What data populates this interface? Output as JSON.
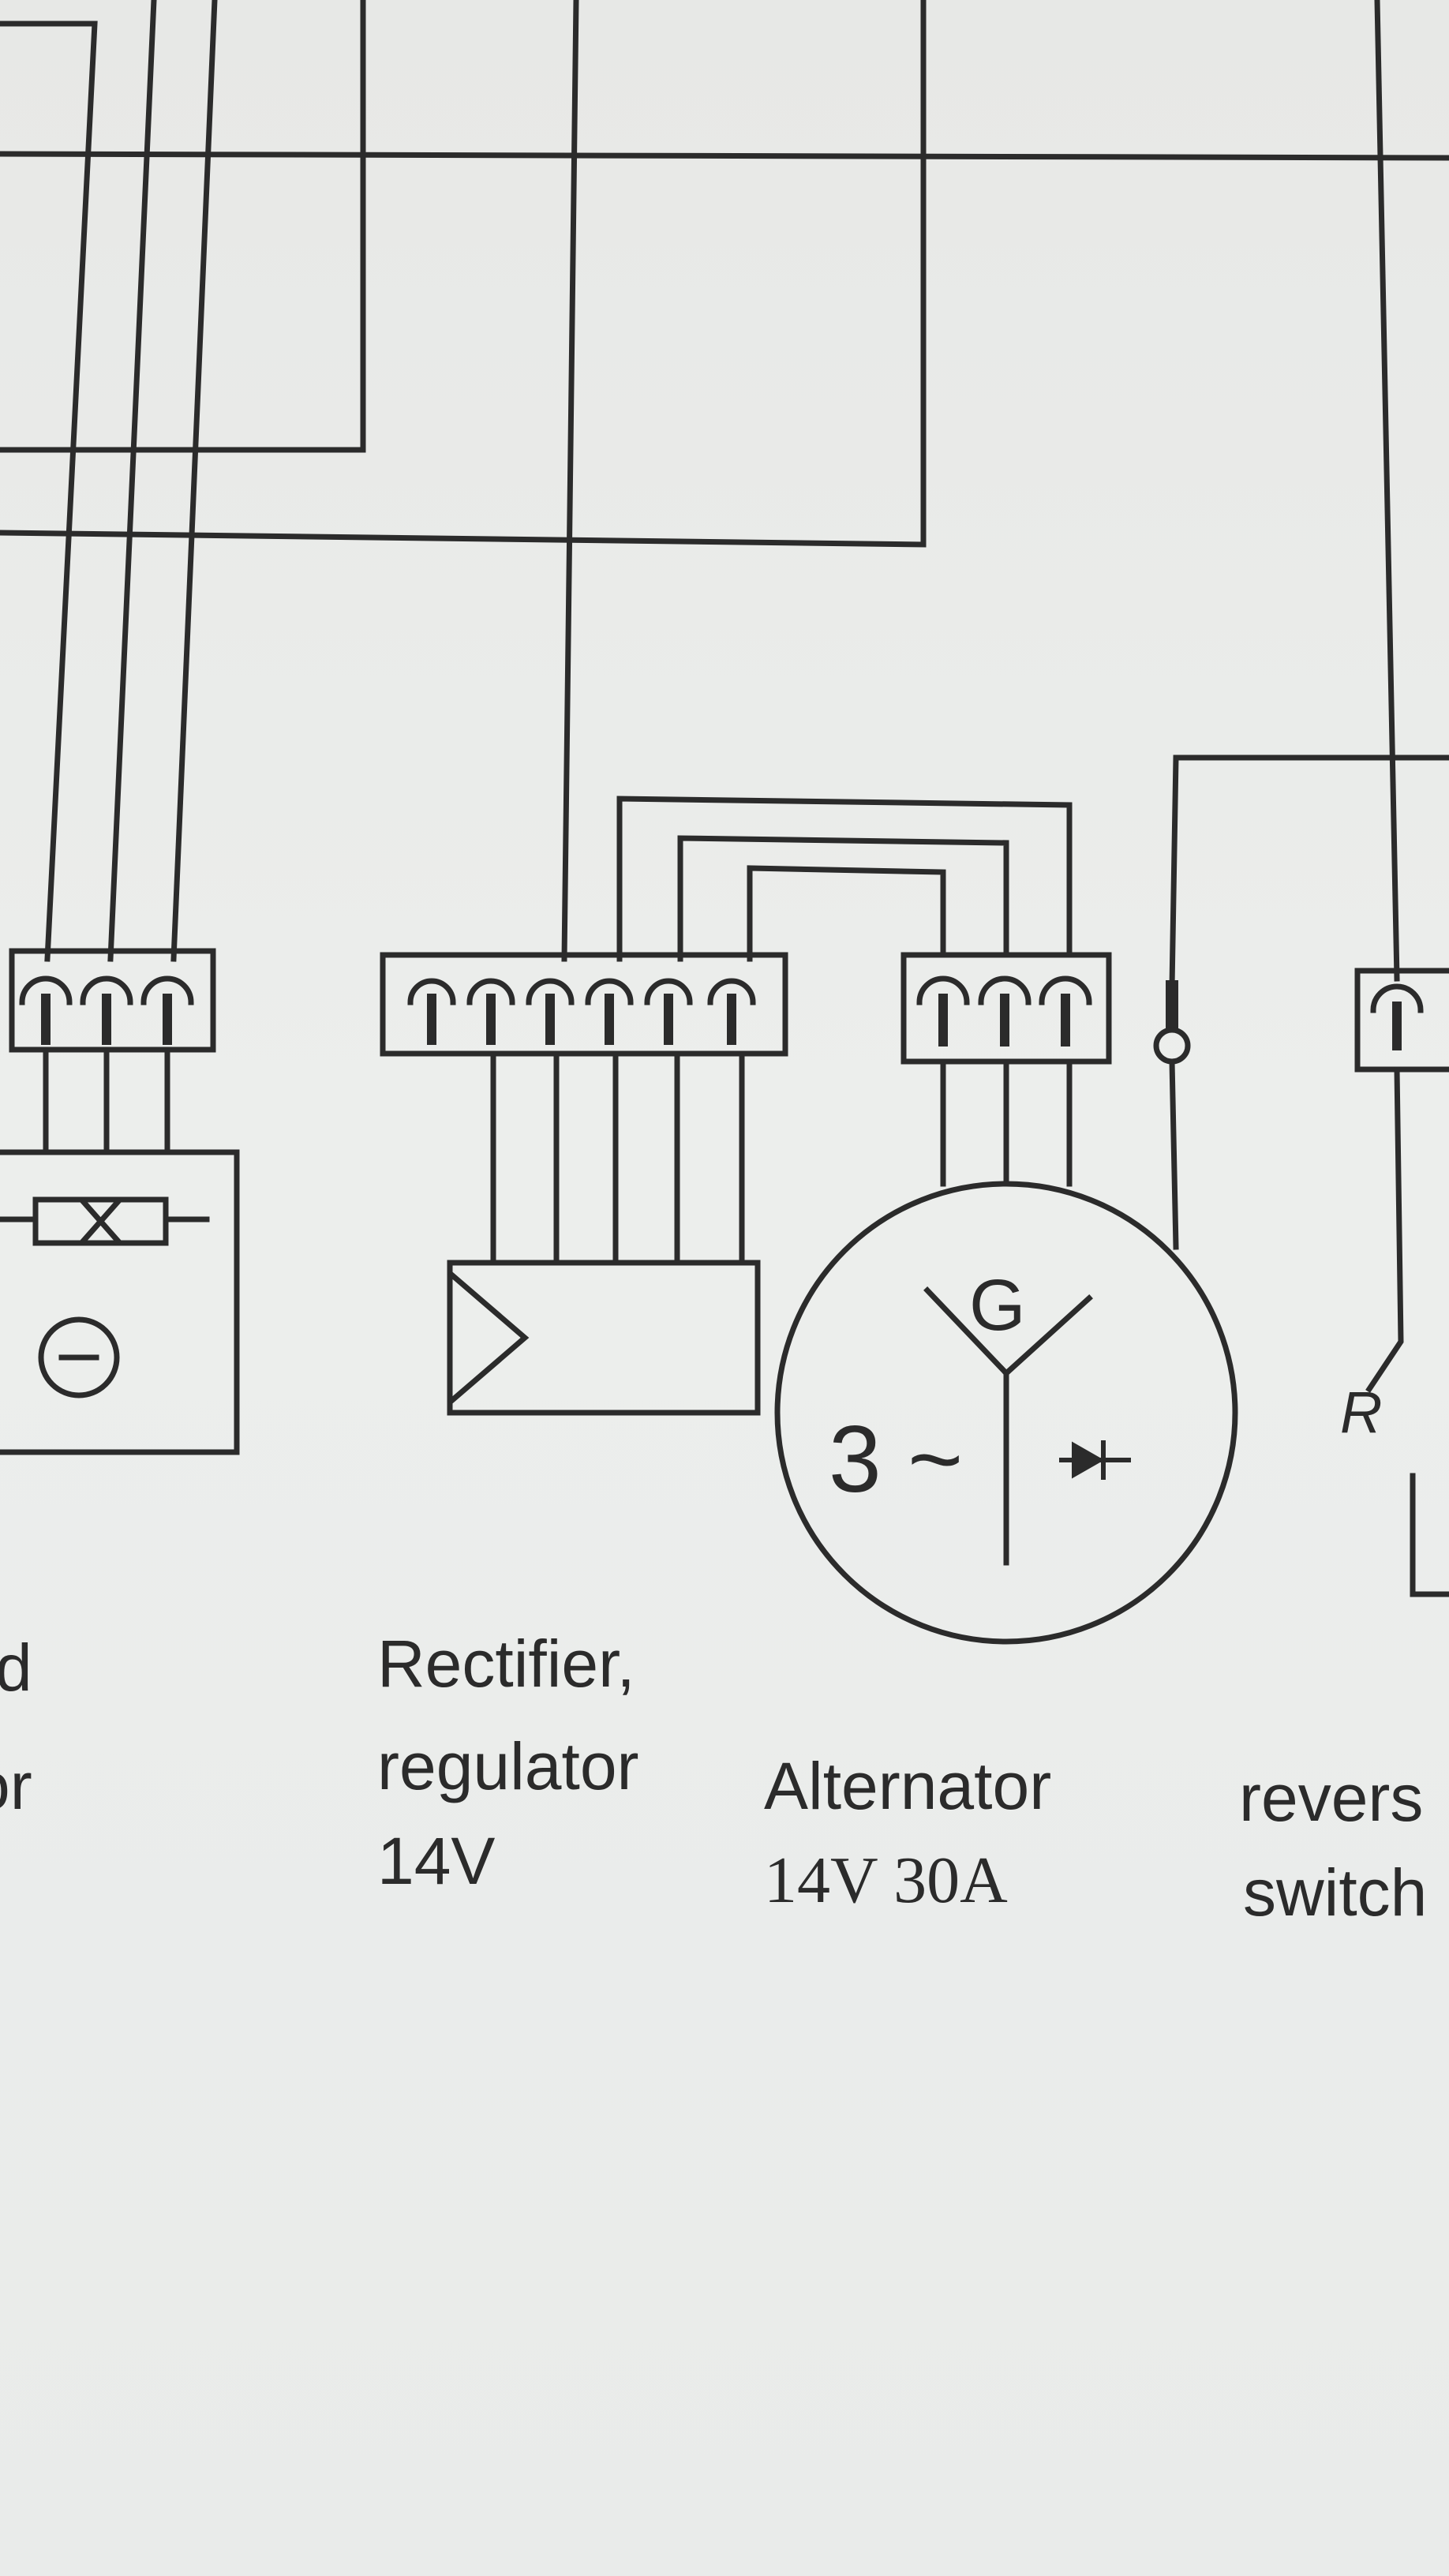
{
  "diagram": {
    "components": {
      "rectifier": {
        "line1": "Rectifier,",
        "line2": "regulator",
        "line3": "14V"
      },
      "alternator": {
        "line1": "Alternator",
        "line2": "14V 30A",
        "phase_symbol": "3 ~",
        "generator_symbol": "G"
      },
      "reverse_switch": {
        "line1": "revers",
        "line2": "switch",
        "terminal_symbol": "R"
      },
      "left_component": {
        "line1": "d",
        "line2": "or"
      }
    },
    "colors": {
      "ink": "#2b2b2b",
      "paper": "#ebecea"
    }
  }
}
